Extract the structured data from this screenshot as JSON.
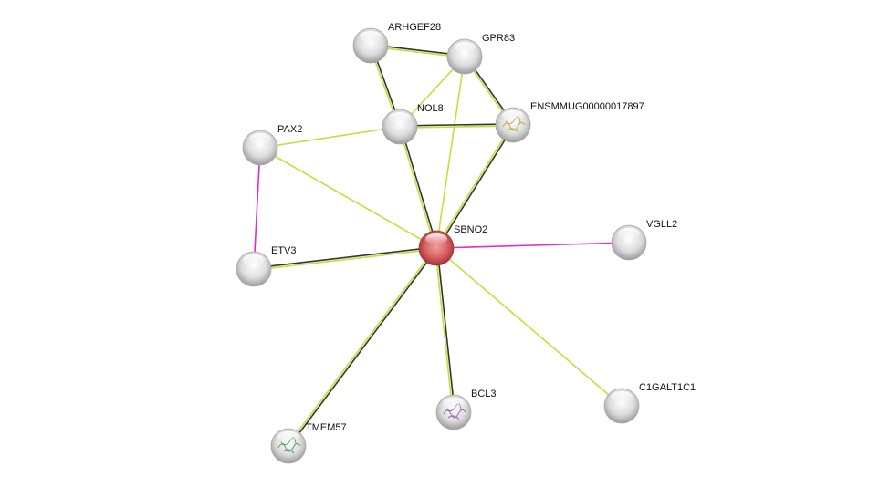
{
  "network": {
    "query_node": "SBNO2",
    "nodes": [
      {
        "id": "ARHGEF28",
        "label": "ARHGEF28",
        "query": false,
        "structure": false
      },
      {
        "id": "GPR83",
        "label": "GPR83",
        "query": false,
        "structure": false
      },
      {
        "id": "NOL8",
        "label": "NOL8",
        "query": false,
        "structure": false
      },
      {
        "id": "ENSMMUG00000017897",
        "label": "ENSMMUG00000017897",
        "query": false,
        "structure": true
      },
      {
        "id": "PAX2",
        "label": "PAX2",
        "query": false,
        "structure": false
      },
      {
        "id": "SBNO2",
        "label": "SBNO2",
        "query": true,
        "structure": false
      },
      {
        "id": "VGLL2",
        "label": "VGLL2",
        "query": false,
        "structure": false
      },
      {
        "id": "ETV3",
        "label": "ETV3",
        "query": false,
        "structure": false
      },
      {
        "id": "C1GALT1C1",
        "label": "C1GALT1C1",
        "query": false,
        "structure": false
      },
      {
        "id": "BCL3",
        "label": "BCL3",
        "query": false,
        "structure": true
      },
      {
        "id": "TMEM57",
        "label": "TMEM57",
        "query": false,
        "structure": true
      }
    ],
    "edges": [
      {
        "source": "ARHGEF28",
        "target": "GPR83",
        "evidence": [
          "coexpression",
          "textmining"
        ]
      },
      {
        "source": "ARHGEF28",
        "target": "NOL8",
        "evidence": [
          "coexpression",
          "textmining"
        ]
      },
      {
        "source": "GPR83",
        "target": "NOL8",
        "evidence": [
          "textmining"
        ]
      },
      {
        "source": "GPR83",
        "target": "SBNO2",
        "evidence": [
          "textmining"
        ]
      },
      {
        "source": "GPR83",
        "target": "ENSMMUG00000017897",
        "evidence": [
          "coexpression",
          "textmining"
        ]
      },
      {
        "source": "NOL8",
        "target": "ENSMMUG00000017897",
        "evidence": [
          "coexpression",
          "textmining"
        ]
      },
      {
        "source": "NOL8",
        "target": "SBNO2",
        "evidence": [
          "coexpression",
          "textmining"
        ]
      },
      {
        "source": "ENSMMUG00000017897",
        "target": "SBNO2",
        "evidence": [
          "coexpression",
          "textmining"
        ]
      },
      {
        "source": "PAX2",
        "target": "NOL8",
        "evidence": [
          "textmining"
        ]
      },
      {
        "source": "PAX2",
        "target": "SBNO2",
        "evidence": [
          "textmining"
        ]
      },
      {
        "source": "PAX2",
        "target": "ETV3",
        "evidence": [
          "experiments"
        ]
      },
      {
        "source": "ETV3",
        "target": "SBNO2",
        "evidence": [
          "coexpression",
          "textmining"
        ]
      },
      {
        "source": "SBNO2",
        "target": "VGLL2",
        "evidence": [
          "experiments"
        ]
      },
      {
        "source": "SBNO2",
        "target": "C1GALT1C1",
        "evidence": [
          "textmining"
        ]
      },
      {
        "source": "SBNO2",
        "target": "BCL3",
        "evidence": [
          "coexpression",
          "textmining"
        ]
      },
      {
        "source": "SBNO2",
        "target": "TMEM57",
        "evidence": [
          "coexpression",
          "textmining"
        ]
      }
    ],
    "colors": {
      "textmining": "#c2e03a",
      "coexpression": "#333333",
      "experiments": "#e02ad9",
      "query_node": "#d9585a",
      "node": "#d8d8d8"
    }
  }
}
